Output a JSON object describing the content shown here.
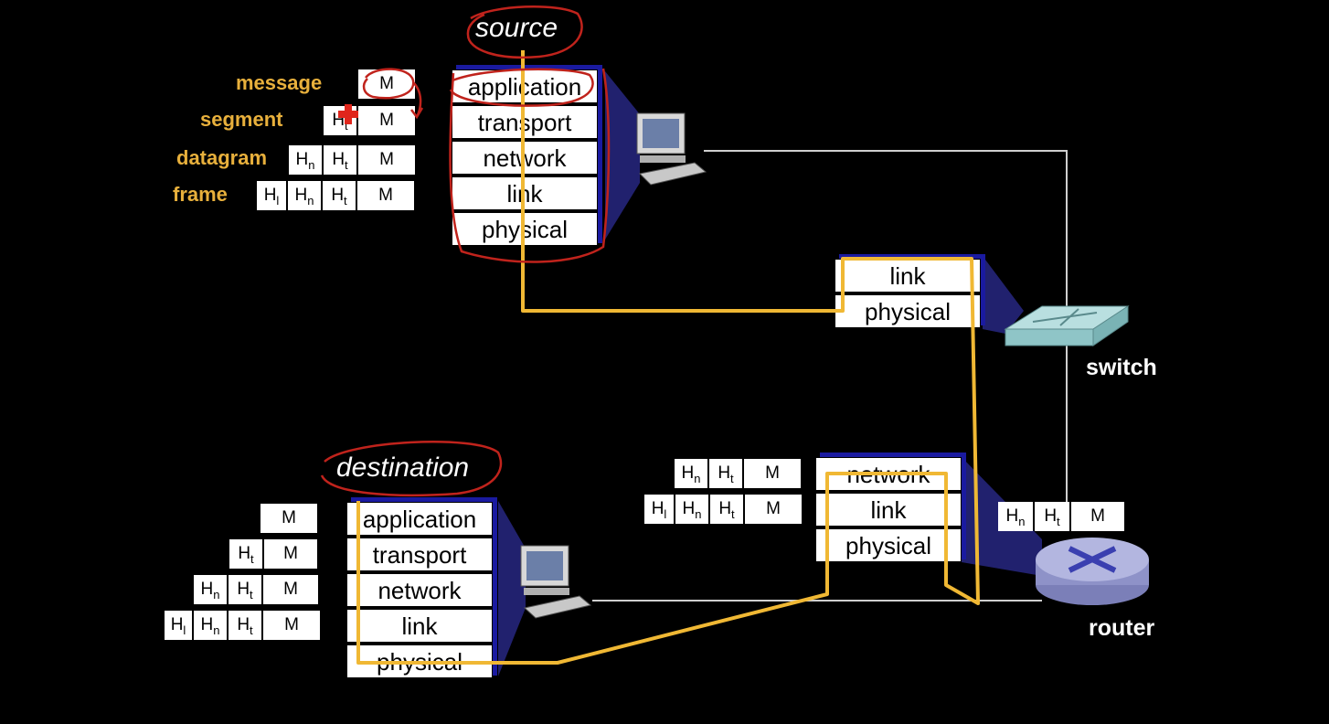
{
  "labels": {
    "source": "source",
    "destination": "destination",
    "switch": "switch",
    "router": "router"
  },
  "pdu_names": [
    "message",
    "segment",
    "datagram",
    "frame"
  ],
  "source_stack": [
    "application",
    "transport",
    "network",
    "link",
    "physical"
  ],
  "destination_stack": [
    "application",
    "transport",
    "network",
    "link",
    "physical"
  ],
  "switch_stack": [
    "link",
    "physical"
  ],
  "router_stack": [
    "network",
    "link",
    "physical"
  ],
  "headers": {
    "M": "M",
    "H": "H",
    "t": "t",
    "n": "n",
    "l": "l"
  },
  "colors": {
    "background": "#000000",
    "path": "#f0b834",
    "annotation": "#c0231c",
    "pdu_label": "#e8b03c",
    "stack_shadow": "#1a1aa0"
  }
}
